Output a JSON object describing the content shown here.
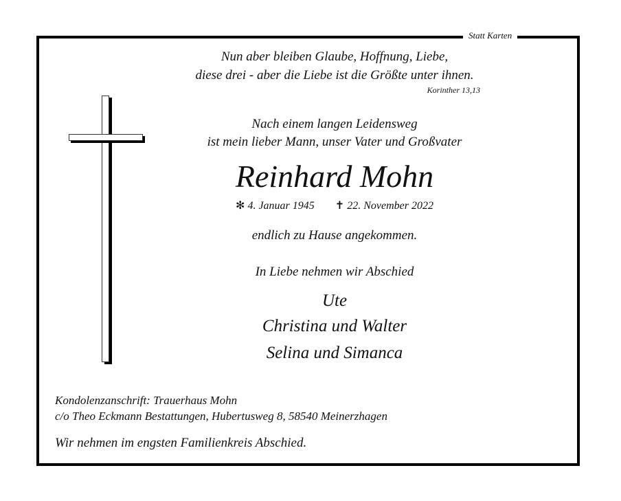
{
  "header": {
    "statt_karten": "Statt Karten"
  },
  "verse": {
    "line1": "Nun aber bleiben Glaube, Hoffnung, Liebe,",
    "line2": "diese drei - aber die Liebe ist die Größte unter ihnen.",
    "source": "Korinther 13,13"
  },
  "intro": {
    "line1": "Nach einem langen Leidensweg",
    "line2": "ist mein lieber Mann, unser Vater und Großvater"
  },
  "name": "Reinhard Mohn",
  "dates": {
    "birth_symbol": "✻",
    "birth": "4. Januar 1945",
    "death_symbol": "✝",
    "death": "22. November 2022"
  },
  "closing": "endlich zu Hause angekommen.",
  "farewell": "In Liebe nehmen wir Abschied",
  "mourners": [
    "Ute",
    "Christina und Walter",
    "Selina und Simanca"
  ],
  "footer": {
    "address1": "Kondolenzanschrift: Trauerhaus Mohn",
    "address2": "c/o Theo Eckmann Bestattungen, Hubertusweg 8, 58540 Meinerzhagen",
    "note": "Wir nehmen im engsten Familienkreis Abschied."
  }
}
